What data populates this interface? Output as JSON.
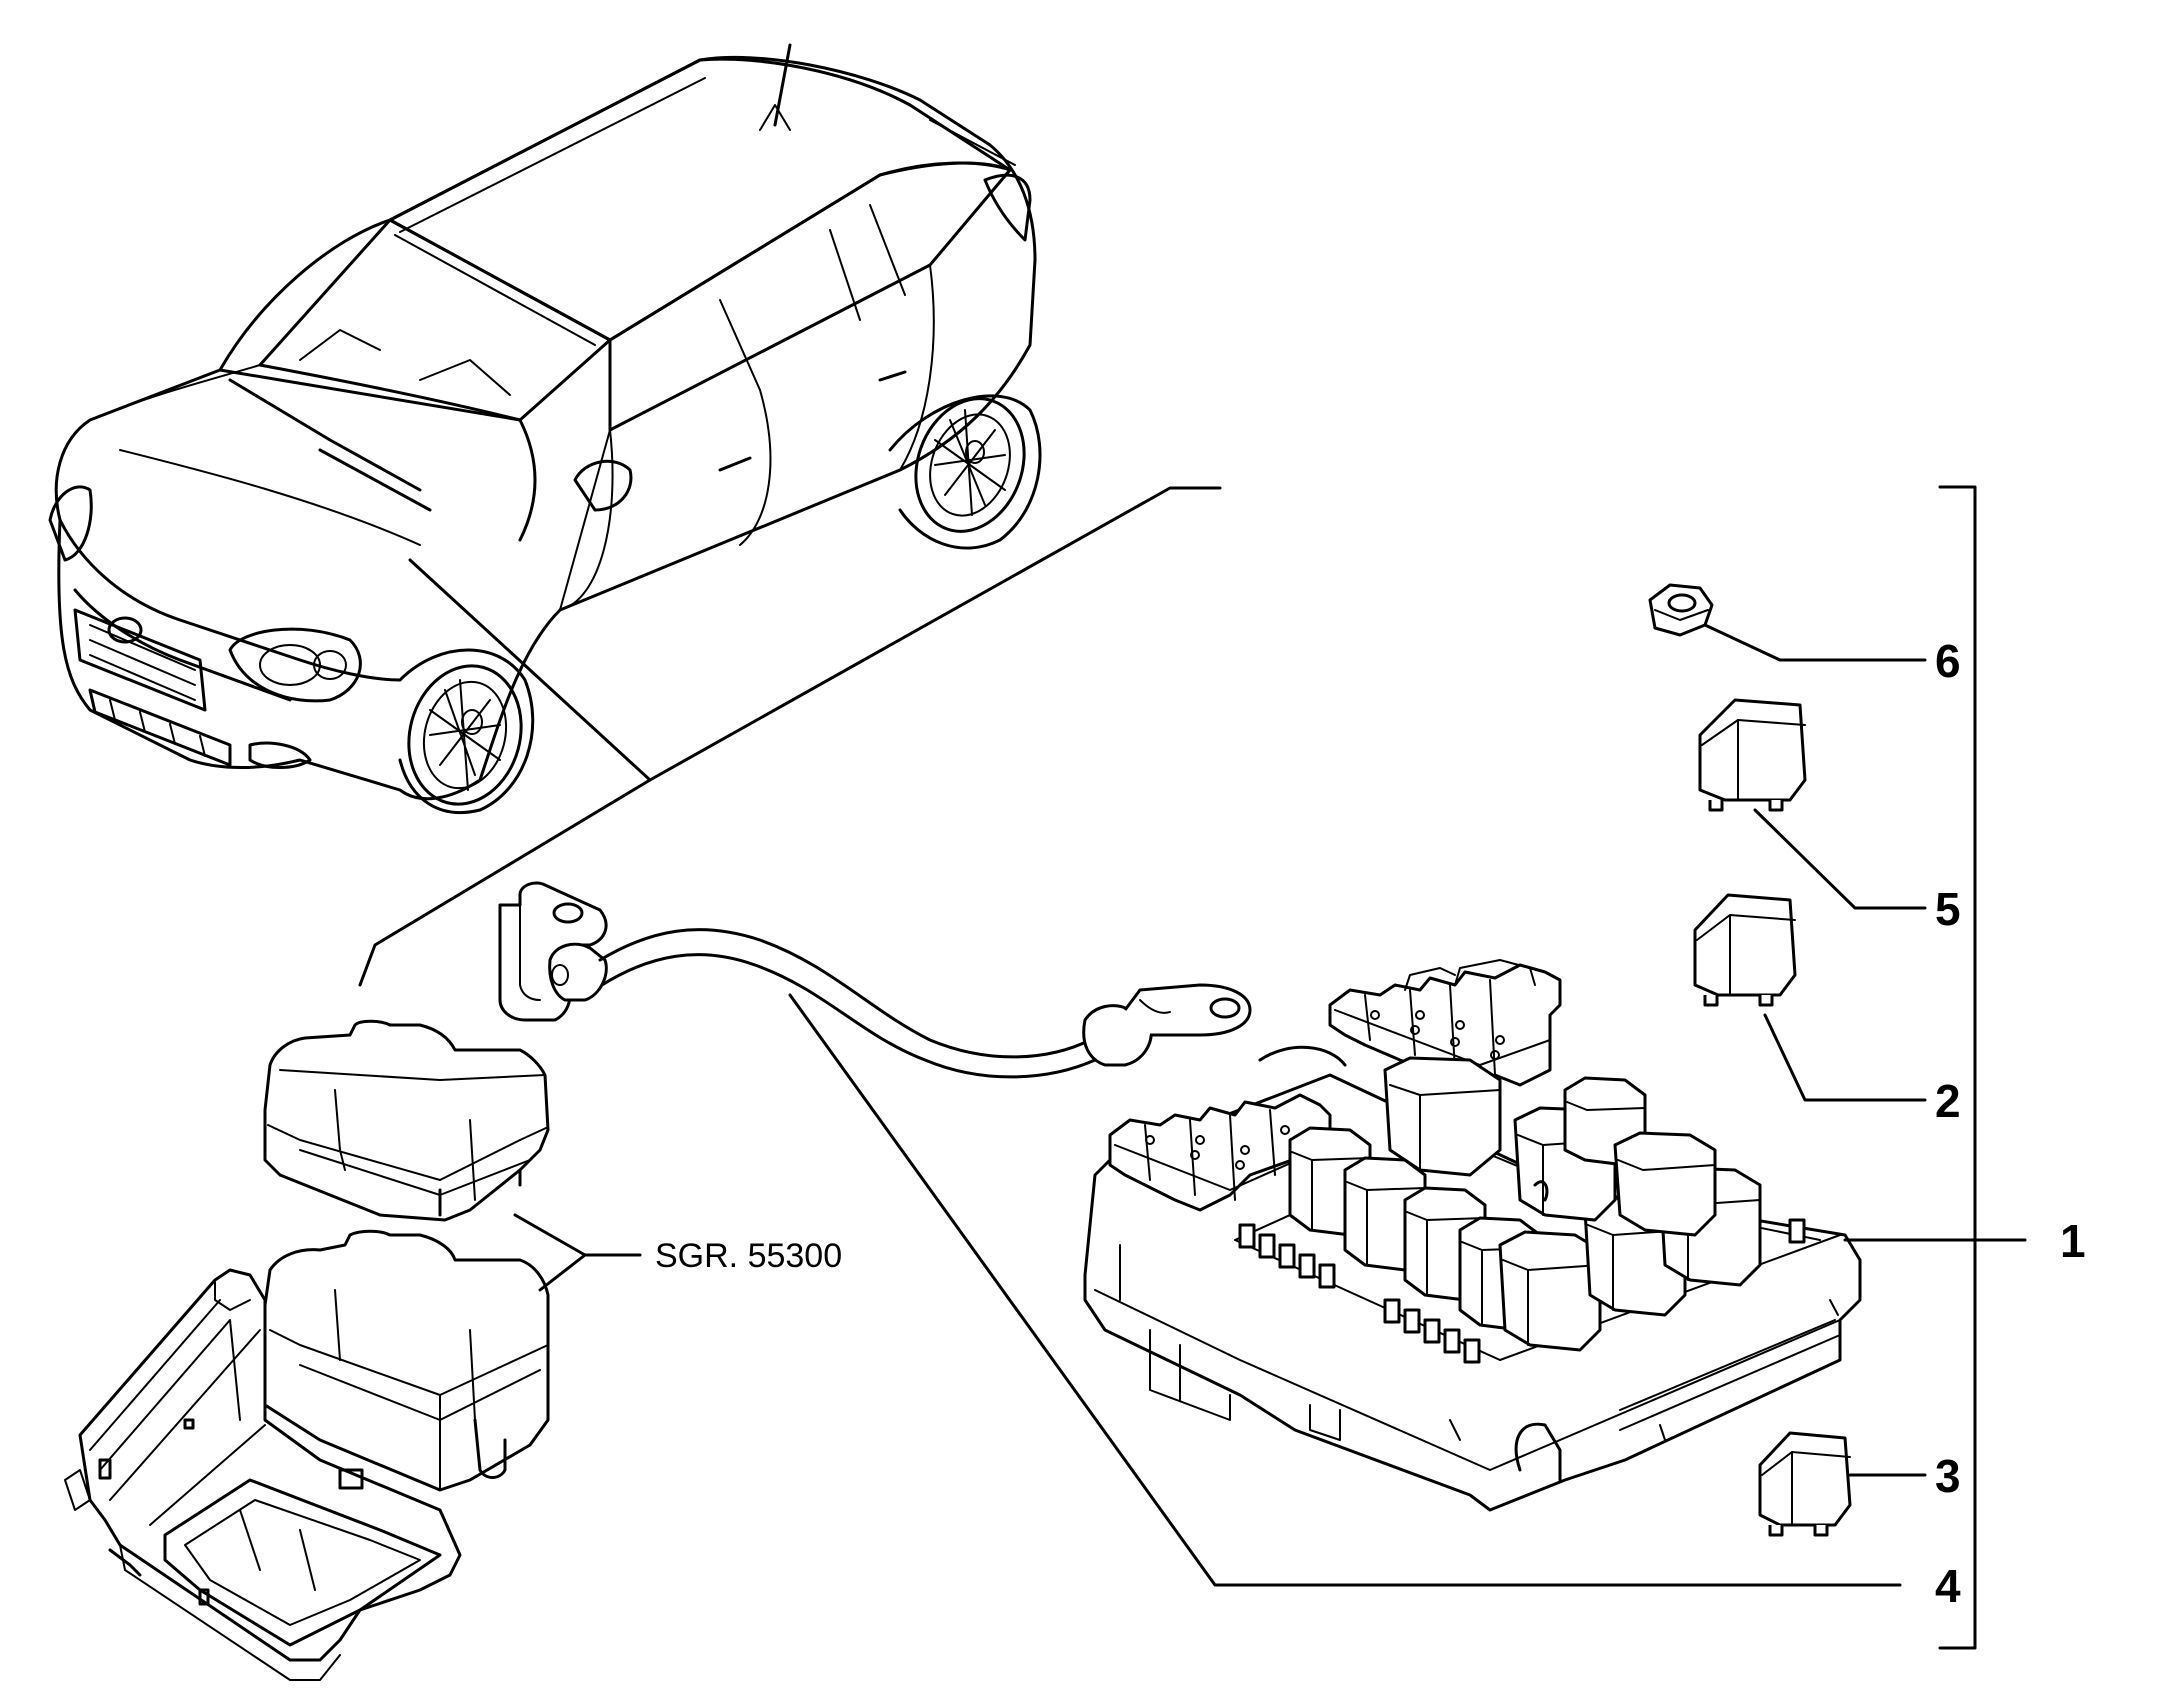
{
  "callouts": [
    {
      "id": "1",
      "label": "1"
    },
    {
      "id": "2",
      "label": "2"
    },
    {
      "id": "3",
      "label": "3"
    },
    {
      "id": "4",
      "label": "4"
    },
    {
      "id": "5",
      "label": "5"
    },
    {
      "id": "6",
      "label": "6"
    }
  ],
  "reference": {
    "label": "SGR. 55300"
  },
  "parts": [
    {
      "id": "1",
      "name": "fuse-relay-box"
    },
    {
      "id": "2",
      "name": "relay"
    },
    {
      "id": "3",
      "name": "relay-small"
    },
    {
      "id": "4",
      "name": "ground-cable"
    },
    {
      "id": "5",
      "name": "relay"
    },
    {
      "id": "6",
      "name": "nut"
    }
  ]
}
